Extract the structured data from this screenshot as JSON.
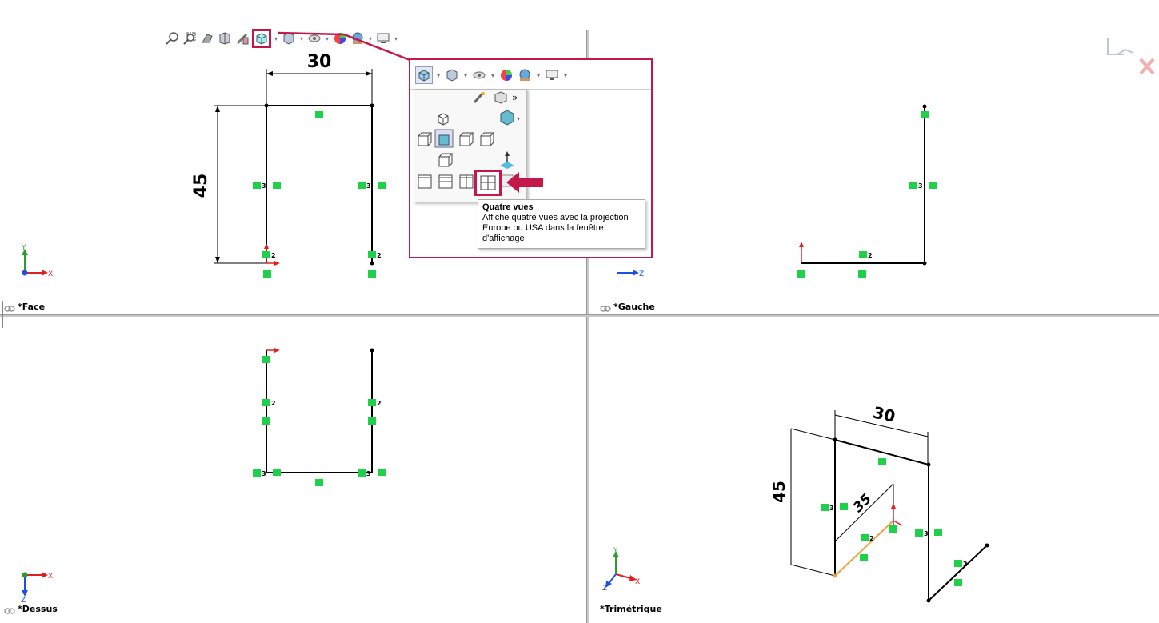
{
  "viewports": {
    "face": {
      "label": "*Face"
    },
    "gauche": {
      "label": "*Gauche"
    },
    "dessus": {
      "label": "*Dessus"
    },
    "trimetrique": {
      "label": "*Trimétrique"
    }
  },
  "dimensions": {
    "face_width": "30",
    "face_height": "45",
    "iso_width": "30",
    "iso_height": "45",
    "iso_depth": "35"
  },
  "triad": {
    "x": "X",
    "y": "Y",
    "z": "Z"
  },
  "tooltip": {
    "title": "Quatre vues",
    "body": "Affiche quatre vues avec la projection Europe ou USA dans la fenêtre d'affichage"
  },
  "relation_labels": {
    "equal3": "3",
    "equal2": "2"
  },
  "icons": [
    "zoom-fit-icon",
    "zoom-area-icon",
    "previous-view-icon",
    "section-view-icon",
    "dynamic-annotation-icon",
    "view-orientation-icon",
    "display-style-icon",
    "hide-show-icon",
    "edit-appearance-icon",
    "scene-icon",
    "view-settings-icon",
    "confirm-corner-icon",
    "cancel-corner-icon"
  ],
  "colors": {
    "accent": "#c4174a",
    "relation_green": "#1fd14a",
    "sketch_line": "#000000",
    "axis_red": "#e02020",
    "axis_green": "#2a9d2a",
    "axis_blue": "#2050e0",
    "highlight_orange": "#f0a040"
  }
}
